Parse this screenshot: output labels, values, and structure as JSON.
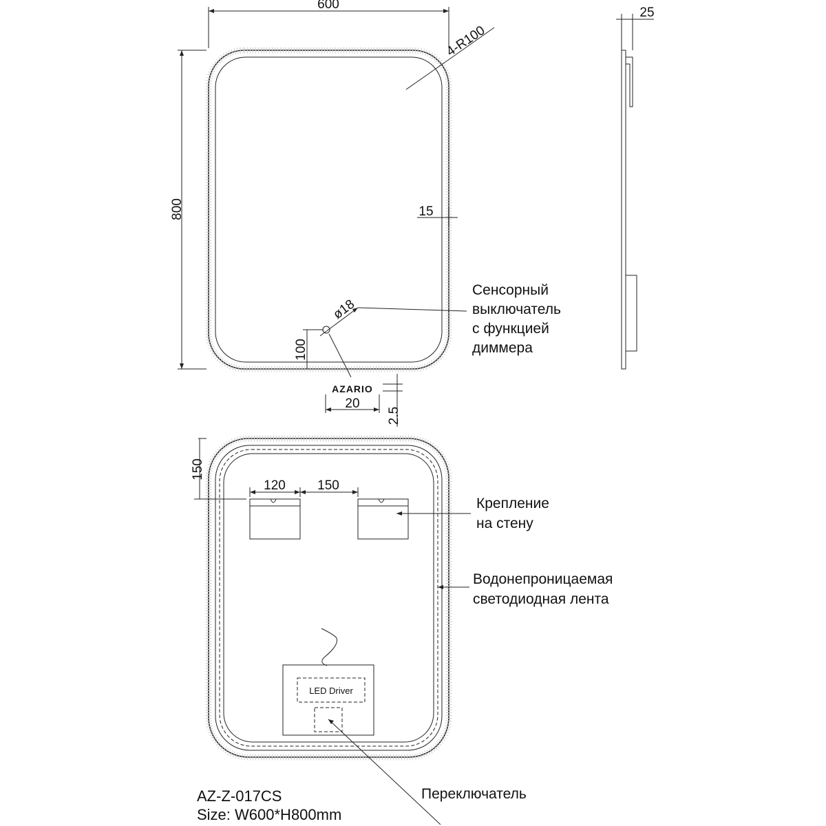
{
  "front": {
    "width": "600",
    "height": "800",
    "radius": "4-R100",
    "border": "15",
    "sensor_diam": "ø18",
    "sensor_offset": "100",
    "logo": "AZARIO",
    "logo_width": "20",
    "logo_height": "2.5",
    "sensor_label": [
      "Сенсорный",
      "выключатель",
      "с функцией",
      "диммера"
    ]
  },
  "side": {
    "depth": "25"
  },
  "back": {
    "top_offset": "150",
    "mount_width": "120",
    "mount_gap": "150",
    "mount_label": [
      "Крепление",
      "на стену"
    ],
    "led_label": [
      "Водонепроницаемая",
      "светодиодная лента"
    ],
    "driver": "LED Driver",
    "switch_label": "Переключатель"
  },
  "model": {
    "code": "AZ-Z-017CS",
    "size": "Size: W600*H800mm"
  }
}
